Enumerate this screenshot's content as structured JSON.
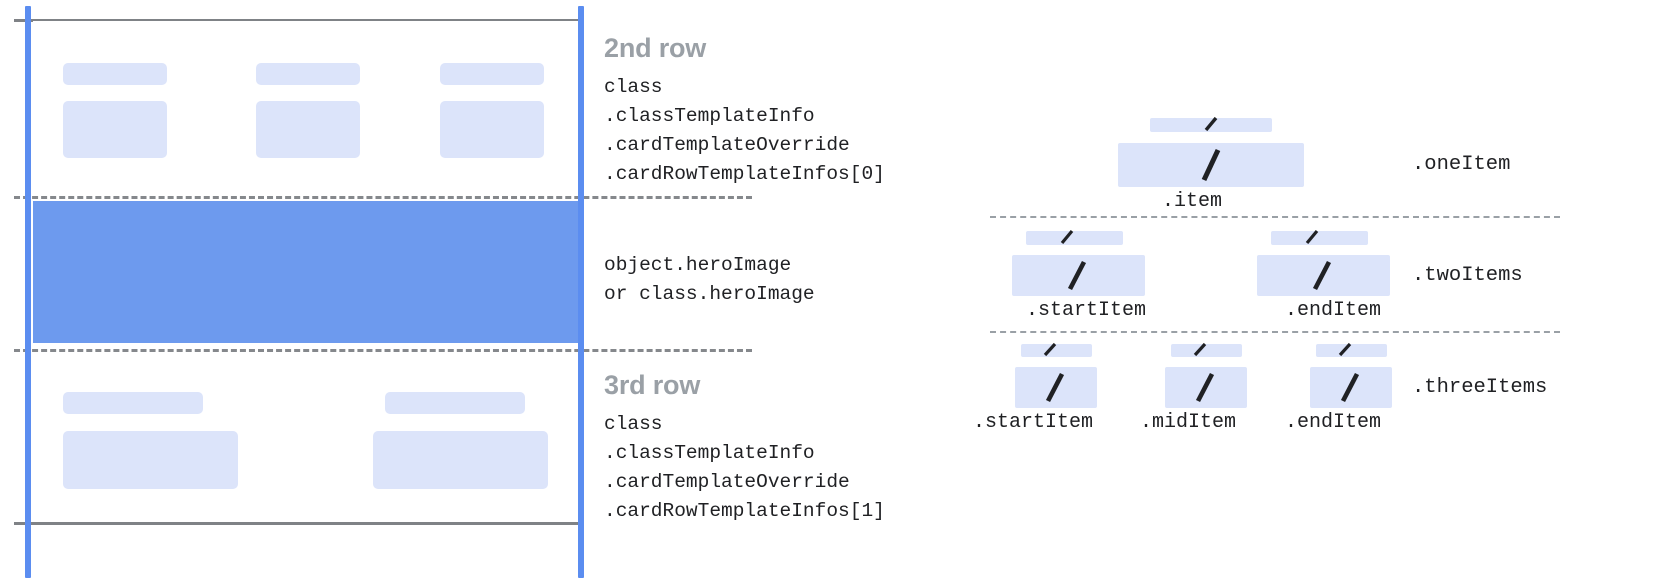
{
  "left_diagram": {
    "name": "card-template-rows-diagram",
    "rows": [
      {
        "id": "second-row",
        "title": "2nd row",
        "code": "class\n.classTemplateInfo\n.cardTemplateOverride\n.cardRowTemplateInfos[0]"
      },
      {
        "id": "hero-image",
        "title": "",
        "code": "object.heroImage\nor class.heroImage"
      },
      {
        "id": "third-row",
        "title": "3rd row",
        "code": "class\n.classTemplateInfo\n.cardTemplateOverride\n.cardRowTemplateInfos[1]"
      }
    ],
    "colors": {
      "guide_line": "#7f8286",
      "dashed_line": "#85888c",
      "vertical_guide": "#5b8df0",
      "hero_band": "#6d9aee",
      "placeholder": "#dce4fa",
      "title_text": "#9aa0a6",
      "code_text": "#202124"
    }
  },
  "right_diagram": {
    "name": "row-item-layout-diagram",
    "groups": [
      {
        "id": "one-item",
        "group_label": ".oneItem",
        "items": [
          {
            "label": ".item"
          }
        ]
      },
      {
        "id": "two-items",
        "group_label": ".twoItems",
        "items": [
          {
            "label": ".startItem"
          },
          {
            "label": ".endItem"
          }
        ]
      },
      {
        "id": "three-items",
        "group_label": ".threeItems",
        "items": [
          {
            "label": ".startItem"
          },
          {
            "label": ".midItem"
          },
          {
            "label": ".endItem"
          }
        ]
      }
    ],
    "colors": {
      "placeholder": "#dce4fa",
      "slash": "#202124",
      "dashed_line": "#9aa0a6",
      "label_text": "#202124"
    }
  }
}
